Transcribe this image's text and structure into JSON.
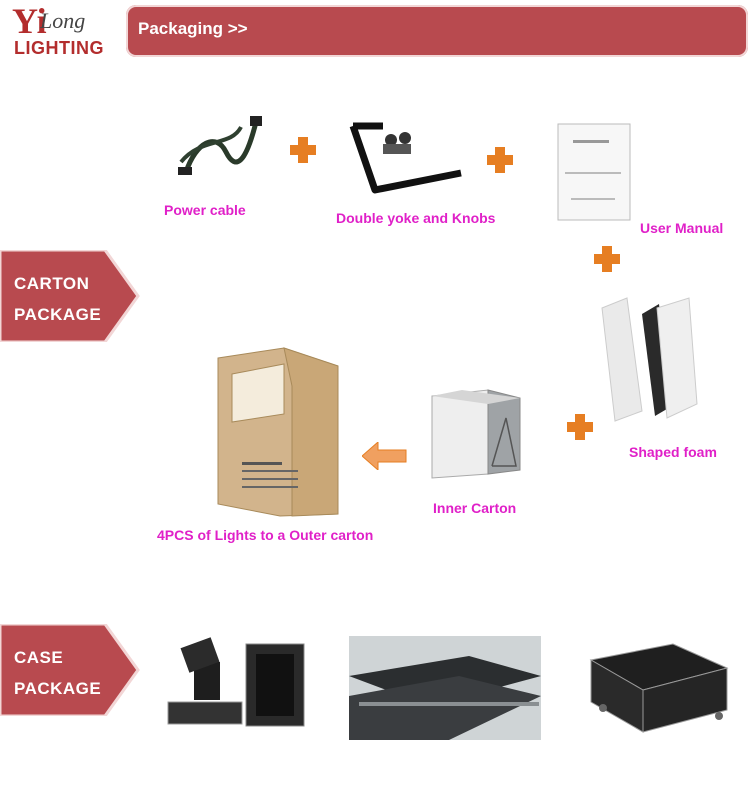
{
  "brand": {
    "logo_main": "Yi",
    "logo_rest": "Long",
    "logo_sub": "LIGHTING"
  },
  "header": {
    "title": "Packaging >>"
  },
  "carton": {
    "badge_line1": "CARTON",
    "badge_line2": "PACKAGE",
    "items": {
      "power_cable": "Power cable",
      "yoke": "Double yoke and Knobs",
      "manual": "User Manual",
      "foam": "Shaped foam",
      "inner": "Inner Carton",
      "outer": "4PCS of Lights to a Outer carton"
    }
  },
  "case": {
    "badge_line1": "CASE",
    "badge_line2": "PACKAGE"
  },
  "colors": {
    "accent": "#b84a4f",
    "caption": "#e020c8",
    "plus": "#e67e22"
  }
}
